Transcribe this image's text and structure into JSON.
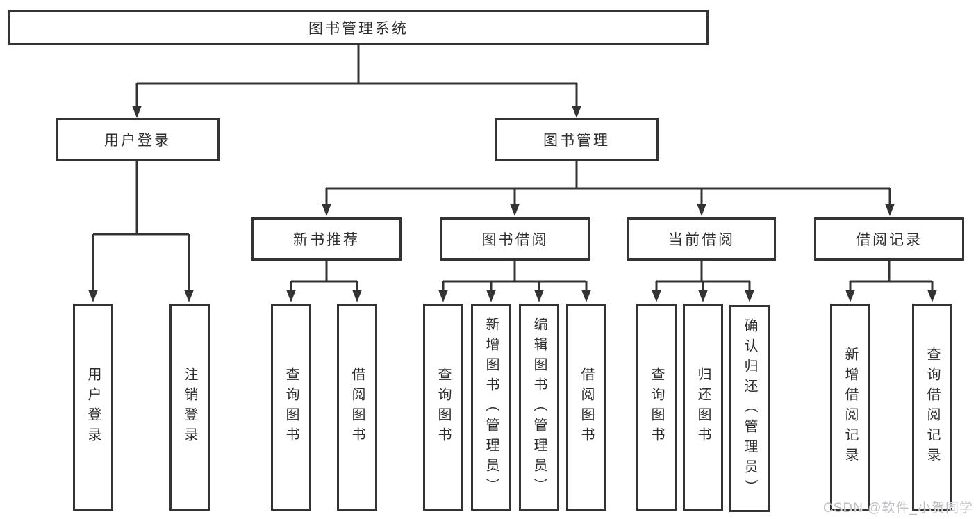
{
  "diagram": {
    "root": {
      "label": "图书管理系统"
    },
    "level2": [
      {
        "id": "user-login",
        "label": "用户登录"
      },
      {
        "id": "book-management",
        "label": "图书管理"
      }
    ],
    "level3": [
      {
        "id": "new-book-recommend",
        "label": "新书推荐"
      },
      {
        "id": "book-borrow",
        "label": "图书借阅"
      },
      {
        "id": "current-borrow",
        "label": "当前借阅"
      },
      {
        "id": "borrow-record",
        "label": "借阅记录"
      }
    ],
    "leaves": [
      {
        "id": "user-login",
        "label": "用户登录",
        "parent": "用户登录"
      },
      {
        "id": "logout",
        "label": "注销登录",
        "parent": "用户登录"
      },
      {
        "id": "query-books-recommend",
        "label": "查询图书",
        "parent": "新书推荐"
      },
      {
        "id": "borrow-books-recommend",
        "label": "借阅图书",
        "parent": "新书推荐"
      },
      {
        "id": "query-books-borrow",
        "label": "查询图书",
        "parent": "图书借阅"
      },
      {
        "id": "add-book-admin",
        "label": "新增图书（管理员）",
        "parent": "图书借阅"
      },
      {
        "id": "edit-book-admin",
        "label": "编辑图书（管理员）",
        "parent": "图书借阅"
      },
      {
        "id": "borrow-books",
        "label": "借阅图书",
        "parent": "图书借阅"
      },
      {
        "id": "query-books-current",
        "label": "查询图书",
        "parent": "当前借阅"
      },
      {
        "id": "return-book",
        "label": "归还图书",
        "parent": "当前借阅"
      },
      {
        "id": "confirm-return-admin",
        "label": "确认归还（管理员）",
        "parent": "当前借阅"
      },
      {
        "id": "add-borrow-record",
        "label": "新增借阅记录",
        "parent": "借阅记录"
      },
      {
        "id": "query-borrow-record",
        "label": "查询借阅记录",
        "parent": "借阅记录"
      }
    ]
  },
  "watermark": {
    "text": "CSDN @软件_小贺同学"
  },
  "colors": {
    "line": "#333333",
    "box_border": "#333333",
    "box_background": "#ffffff",
    "text": "#2e2e2e",
    "watermark": "#babac0"
  }
}
